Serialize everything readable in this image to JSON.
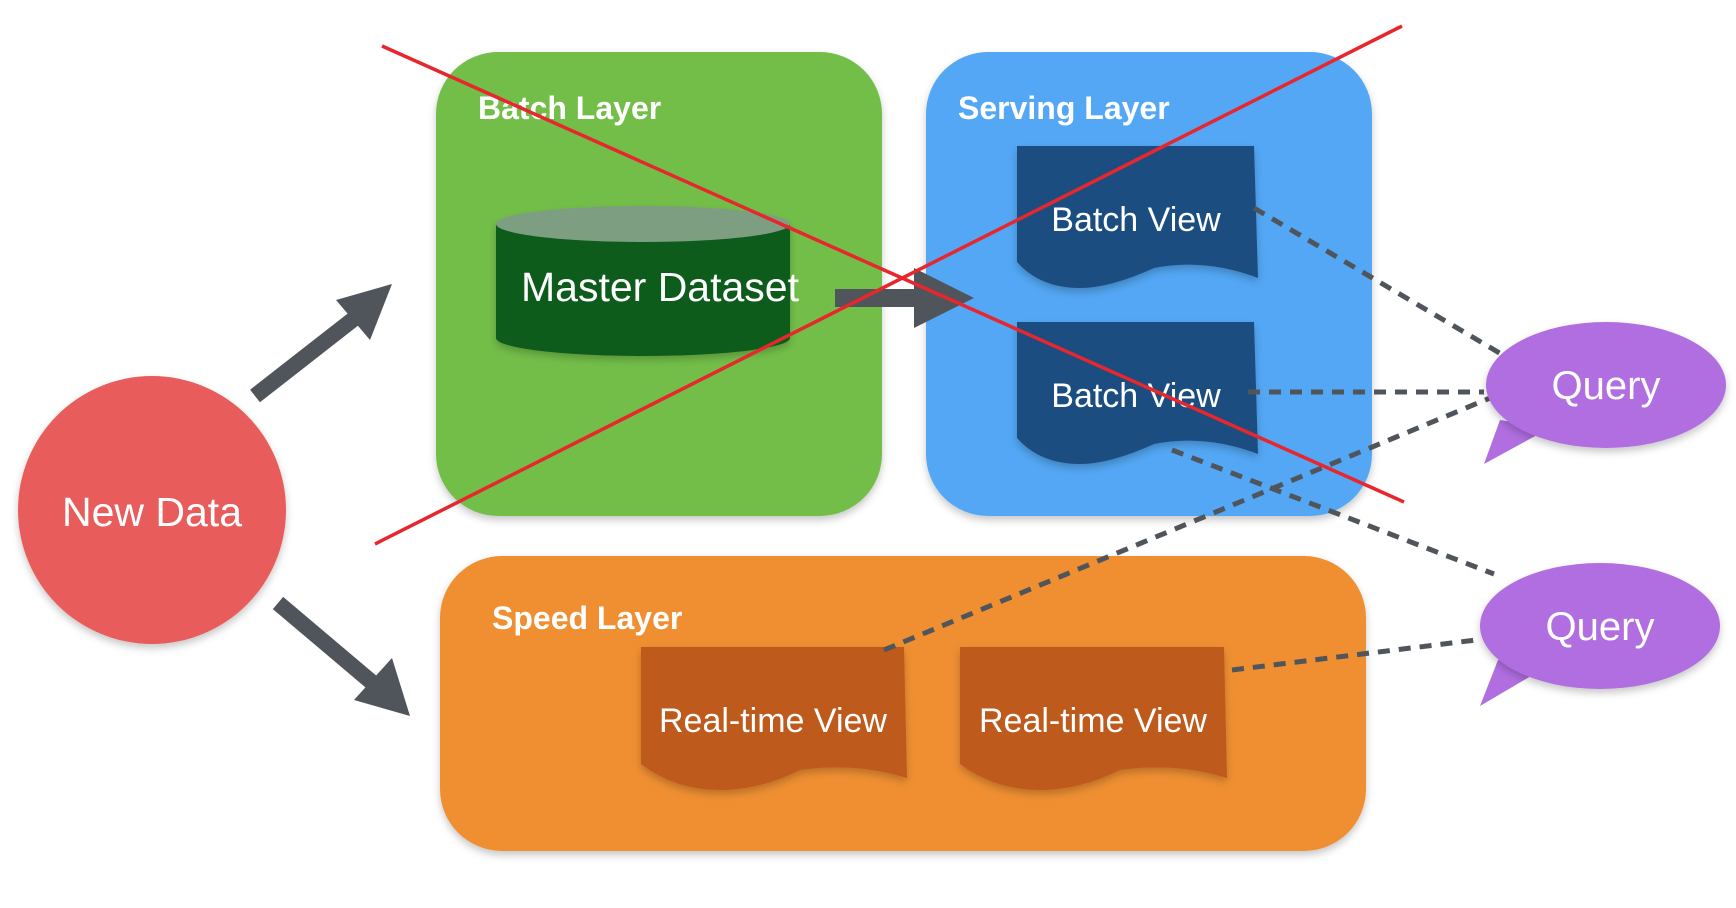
{
  "batch_layer": {
    "title": "Batch Layer",
    "dataset_label": "Master Dataset",
    "crossed_out": true
  },
  "serving_layer": {
    "title": "Serving Layer",
    "views": [
      "Batch View",
      "Batch View"
    ],
    "crossed_out": true
  },
  "speed_layer": {
    "title": "Speed Layer",
    "views": [
      "Real-time View",
      "Real-time View"
    ]
  },
  "source": {
    "label": "New Data"
  },
  "queries": [
    "Query",
    "Query"
  ],
  "colors": {
    "batch_layer": "#73be4a",
    "dataset": "#0f5c1e",
    "dataset_top": "#7e9e82",
    "serving_layer": "#52a7f4",
    "batch_view": "#1b4d80",
    "speed_layer": "#ef8f30",
    "realtime_view": "#bd5a1d",
    "new_data": "#e85d5c",
    "query": "#b06ee0",
    "arrow": "#50555c",
    "cross": "#e8262d"
  }
}
